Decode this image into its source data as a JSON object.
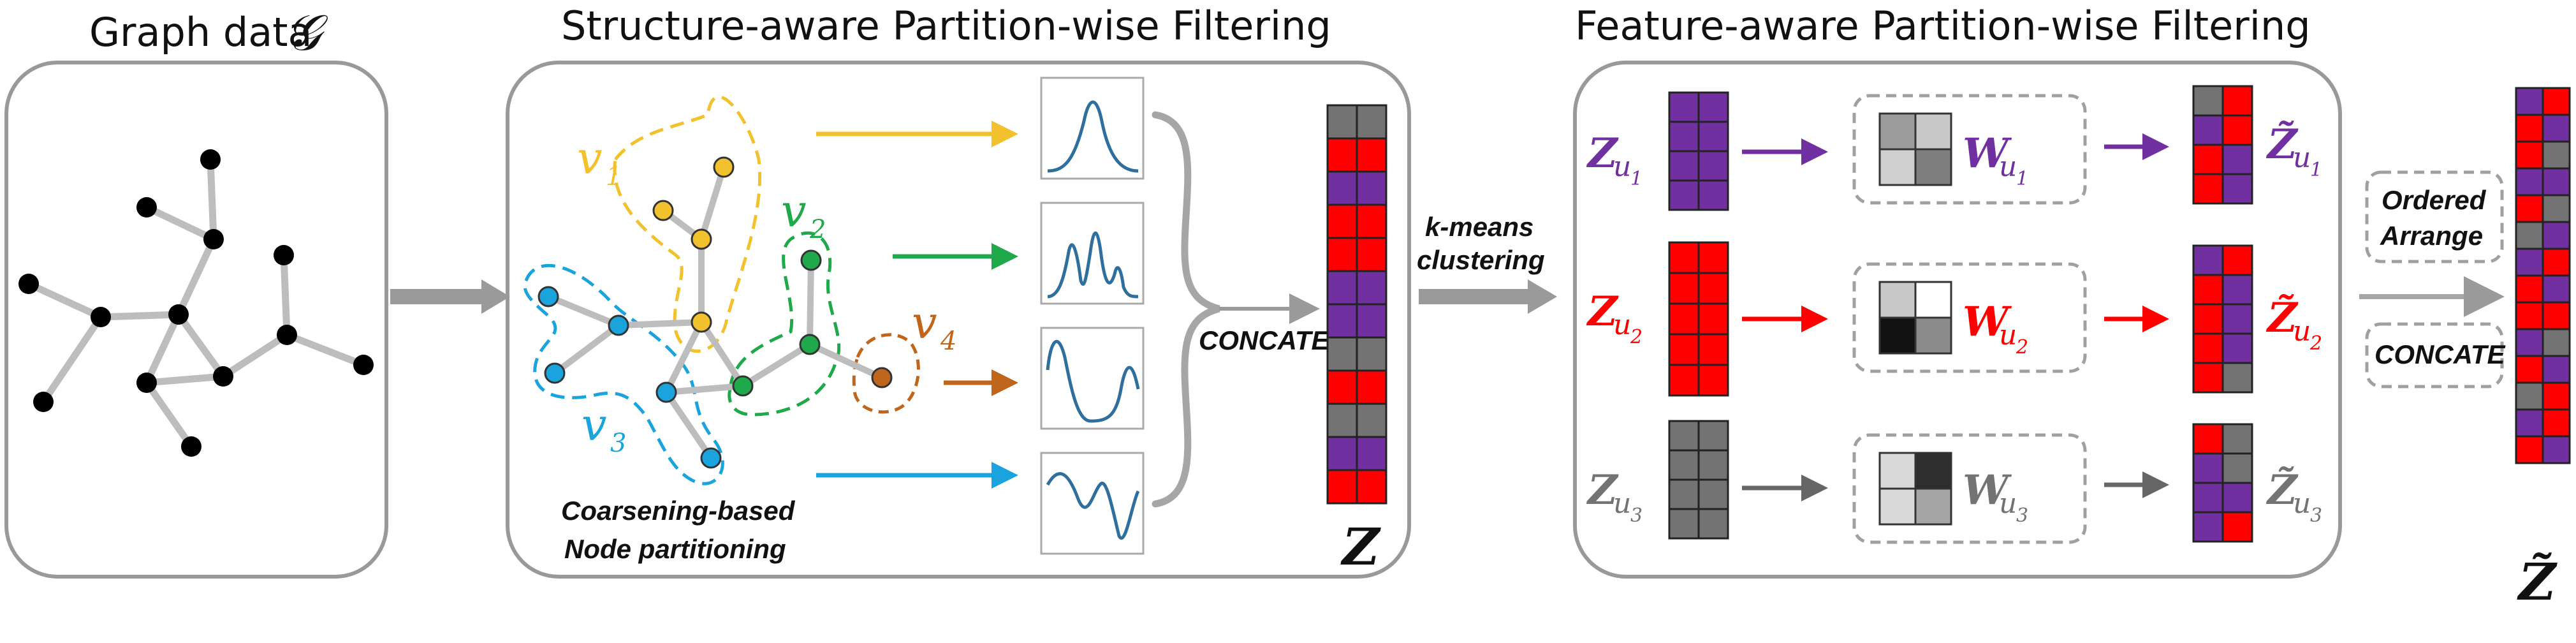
{
  "titles": {
    "graph_data": "Graph data",
    "graph_symbol": "𝒢",
    "structure_section": "Structure-aware Partition-wise Filtering",
    "feature_section": "Feature-aware Partition-wise Filtering"
  },
  "structure": {
    "partition_labels": [
      "v",
      "v",
      "v",
      "v"
    ],
    "partition_subs": [
      "1",
      "2",
      "3",
      "4"
    ],
    "coarsening_caption_line1": "Coarsening-based",
    "coarsening_caption_line2": "Node partitioning",
    "concate": "CONCATE",
    "z_label": "Z"
  },
  "kmeans": {
    "line1": "k-means",
    "line2": "clustering"
  },
  "feature": {
    "z_prefix": "Z",
    "u": "u",
    "w_prefix": "W",
    "subs": [
      "1",
      "2",
      "3"
    ],
    "z_tilde": "Z̃"
  },
  "final": {
    "ordered_line1": "Ordered",
    "ordered_line2": "Arrange",
    "concate": "CONCATE",
    "z_tilde_label": "Z̃"
  },
  "colors": {
    "yellow": "#f2c12e",
    "green": "#1fa94a",
    "blue": "#1aa3dc",
    "brown": "#c0651c",
    "purple": "#7030a0",
    "red": "#ff0000",
    "gray": "#737373",
    "plot_line": "#2e6f9e"
  }
}
